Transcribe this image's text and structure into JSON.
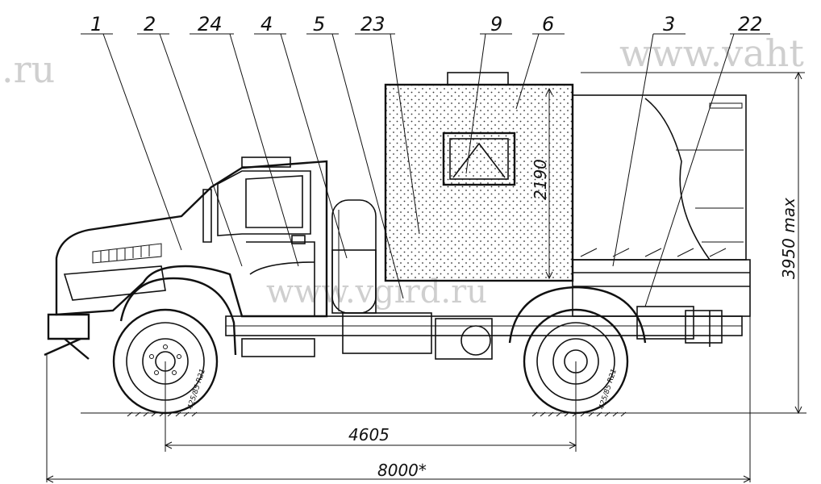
{
  "watermarks": {
    "left": ".ru",
    "right": "www.vaht",
    "center": "www.vgird.ru"
  },
  "callouts": [
    "1",
    "2",
    "24",
    "4",
    "5",
    "23",
    "9",
    "6",
    "3",
    "22"
  ],
  "dimensions": {
    "body_height": "2190",
    "max_height": "3950 max",
    "wheelbase": "4605",
    "overall_length": "8000*"
  },
  "tyre_marking": "425/85 R21",
  "colors": {
    "line": "#111111",
    "watermark": "#cfcfcf",
    "background": "#ffffff"
  }
}
